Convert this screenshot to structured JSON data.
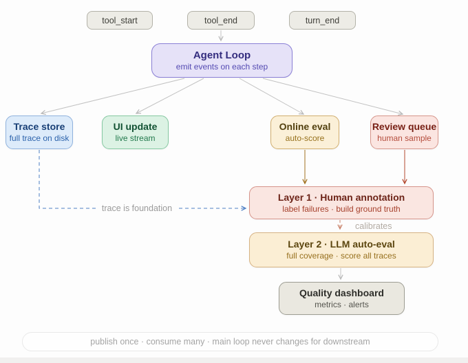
{
  "diagram": {
    "events": {
      "tool_start": "tool_start",
      "tool_end": "tool_end",
      "turn_end": "turn_end"
    },
    "nodes": {
      "agent_loop": {
        "title": "Agent Loop",
        "subtitle": "emit events on each step"
      },
      "trace_store": {
        "title": "Trace store",
        "subtitle": "full trace on disk"
      },
      "ui_update": {
        "title": "UI update",
        "subtitle": "live stream"
      },
      "online_eval": {
        "title": "Online eval",
        "subtitle": "auto-score"
      },
      "review_queue": {
        "title": "Review queue",
        "subtitle": "human sample"
      },
      "layer1": {
        "title": "Layer 1 · Human annotation",
        "subtitle": "label failures · build ground truth"
      },
      "layer2": {
        "title": "Layer 2 · LLM auto-eval",
        "subtitle": "full coverage · score all traces"
      },
      "quality_dashboard": {
        "title": "Quality dashboard",
        "subtitle": "metrics · alerts"
      }
    },
    "edge_labels": {
      "trace_foundation": "trace is foundation",
      "calibrates": "calibrates"
    },
    "footer_note": "publish once · consume many · main loop never changes for downstream",
    "colors": {
      "background": "#fdfdfd",
      "event_chip_fill": "#edece6",
      "agent_fill": "#e6e2f8",
      "agent_border": "#8a7fd6",
      "trace_fill": "#ddebfa",
      "ui_fill": "#dcf2e4",
      "online_fill": "#fbf0d8",
      "review_fill": "#fbe5e1",
      "layer1_fill": "#fae6e1",
      "layer2_fill": "#fbeed4",
      "quality_fill": "#eae8e0",
      "fan_line": "#c2c2c2",
      "olive_arrow": "#a1701d",
      "red_arrow": "#b3492f",
      "blue_dashed_arrow": "#4d7fc4",
      "rust_dashed_arrow": "#c98269"
    }
  }
}
